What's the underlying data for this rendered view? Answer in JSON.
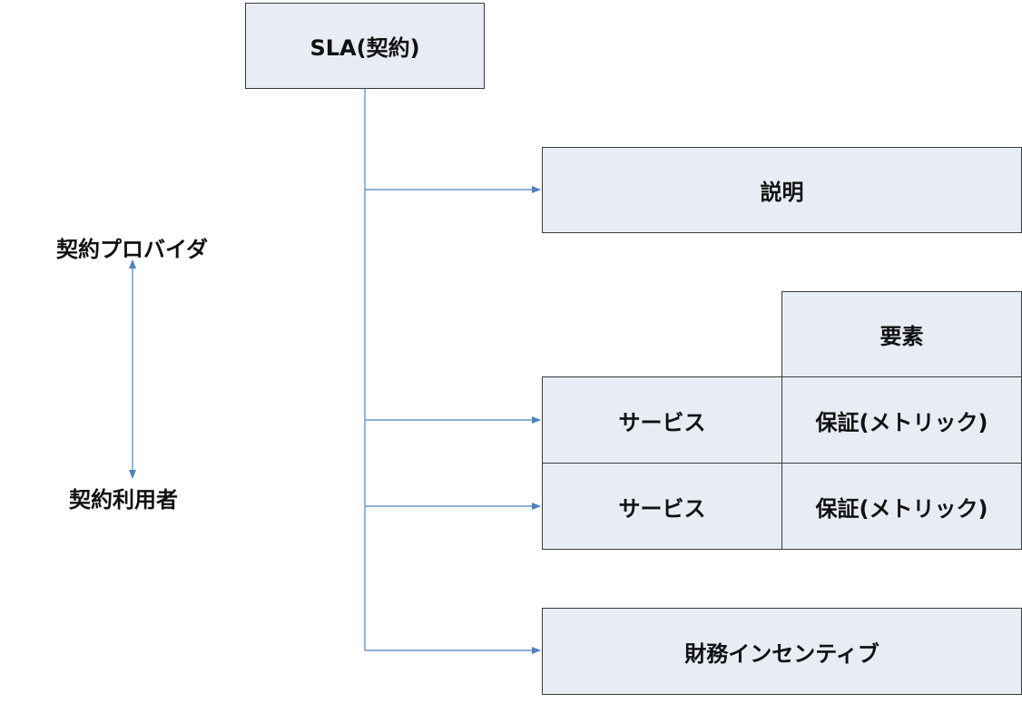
{
  "root": {
    "label": "SLA(契約)"
  },
  "description": {
    "label": "説明"
  },
  "elements_header": {
    "label": "要素"
  },
  "rows": [
    {
      "service": "サービス",
      "guarantee": "保証(メトリック)"
    },
    {
      "service": "サービス",
      "guarantee": "保証(メトリック)"
    }
  ],
  "incentive": {
    "label": "財務インセンティブ"
  },
  "parties": {
    "provider": "契約プロバイダ",
    "consumer": "契約利用者"
  },
  "colors": {
    "box_fill": "#e8ecf5",
    "box_border": "#3a3a3a",
    "connector": "#4f81bd"
  }
}
